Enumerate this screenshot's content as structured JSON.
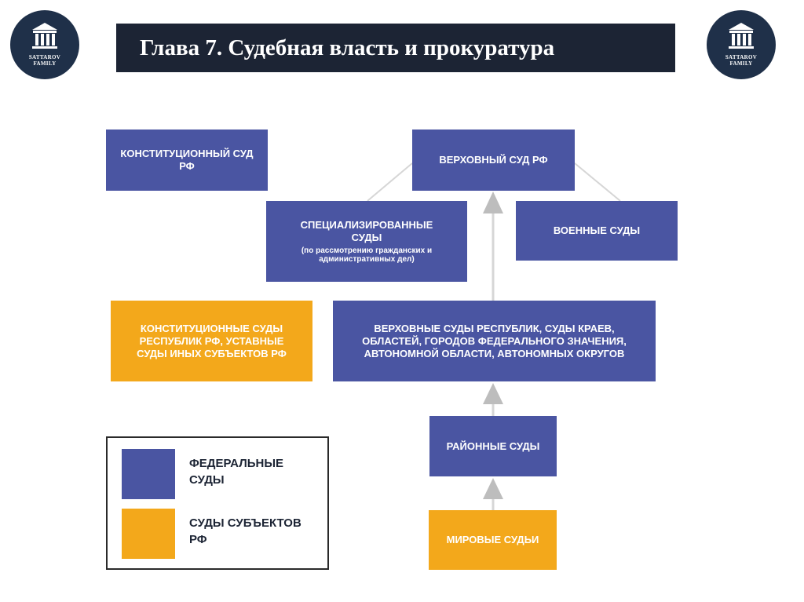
{
  "header": {
    "title": "Глава 7. Судебная власть и прокуратура",
    "logo_text_line1": "SATTAROV",
    "logo_text_line2": "FAMILY"
  },
  "colors": {
    "federal": "#4a55a2",
    "subject": "#f3a81b",
    "title_background": "#1c2434",
    "logo_background": "#1f3049"
  },
  "diagram": {
    "constitutional_court": "КОНСТИТУЦИОННЫЙ СУД РФ",
    "supreme_court": "ВЕРХОВНЫЙ СУД РФ",
    "specialized_courts": "СПЕЦИАЛИЗИРОВАННЫЕ СУДЫ",
    "specialized_courts_note": "(по рассмотрению гражданских и административных дел)",
    "military_courts": "ВОЕННЫЕ СУДЫ",
    "regional_supreme_courts": "ВЕРХОВНЫЕ СУДЫ РЕСПУБЛИК, СУДЫ КРАЕВ, ОБЛАСТЕЙ, ГОРОДОВ ФЕДЕРАЛЬНОГО ЗНАЧЕНИЯ, АВТОНОМНОЙ ОБЛАСТИ, АВТОНОМНЫХ ОКРУГОВ",
    "subject_constitutional_courts": "КОНСТИТУЦИОННЫЕ СУДЫ РЕСПУБЛИК РФ, УСТАВНЫЕ СУДЫ ИНЫХ СУБЪЕКТОВ РФ",
    "district_courts": "РАЙОННЫЕ СУДЫ",
    "magistrates": "МИРОВЫЕ СУДЬИ"
  },
  "legend": {
    "federal_label": "ФЕДЕРАЛЬНЫЕ СУДЫ",
    "subject_label": "СУДЫ СУБЪЕКТОВ РФ"
  }
}
